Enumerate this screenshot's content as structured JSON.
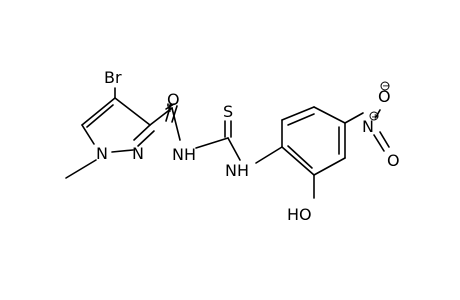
{
  "molecule": {
    "atoms": {
      "br": "Br",
      "n1": "N",
      "n2": "N",
      "amide_o": "O",
      "nh1": "NH",
      "thio_s": "S",
      "nh2": "NH",
      "ho": "HO",
      "nitro_n": "N",
      "nitro_n_charge": "+",
      "nitro_o1": "O",
      "nitro_o1_charge": "−",
      "nitro_o2": "O"
    }
  }
}
